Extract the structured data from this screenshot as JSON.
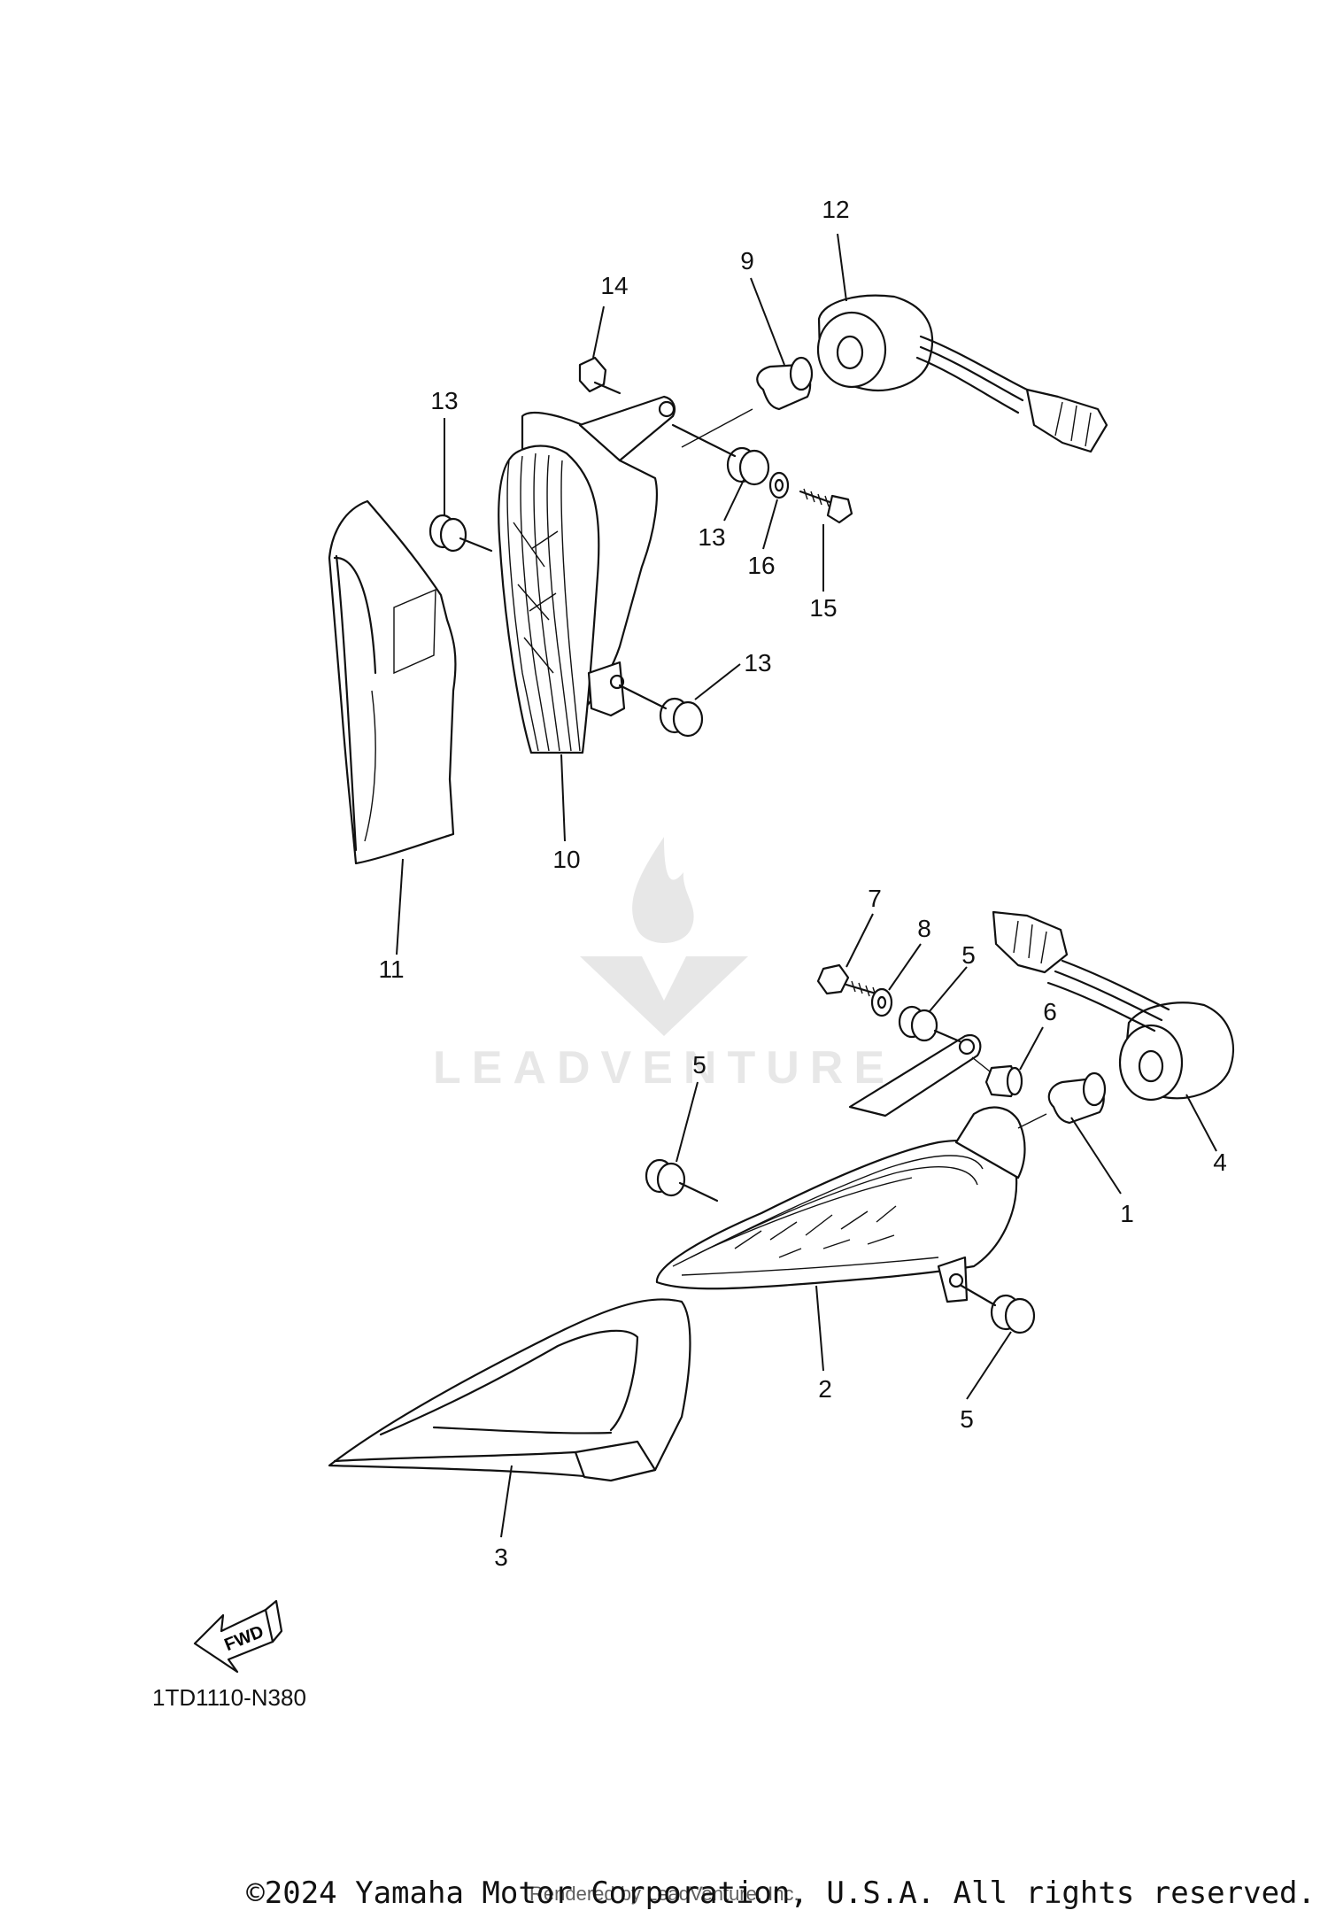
{
  "diagram_code": "1TD1110-N380",
  "copyright": "©2024 Yamaha Motor Corporation, U.S.A. All rights reserved.",
  "rendered_by": "Rendered by LeadVenture, Inc.",
  "watermark": "LEADVENTURE",
  "fwd_label": "FWD",
  "callouts": [
    "1",
    "2",
    "3",
    "4",
    "5",
    "5",
    "5",
    "6",
    "7",
    "8",
    "9",
    "10",
    "11",
    "12",
    "13",
    "13",
    "13",
    "14",
    "15",
    "16"
  ]
}
